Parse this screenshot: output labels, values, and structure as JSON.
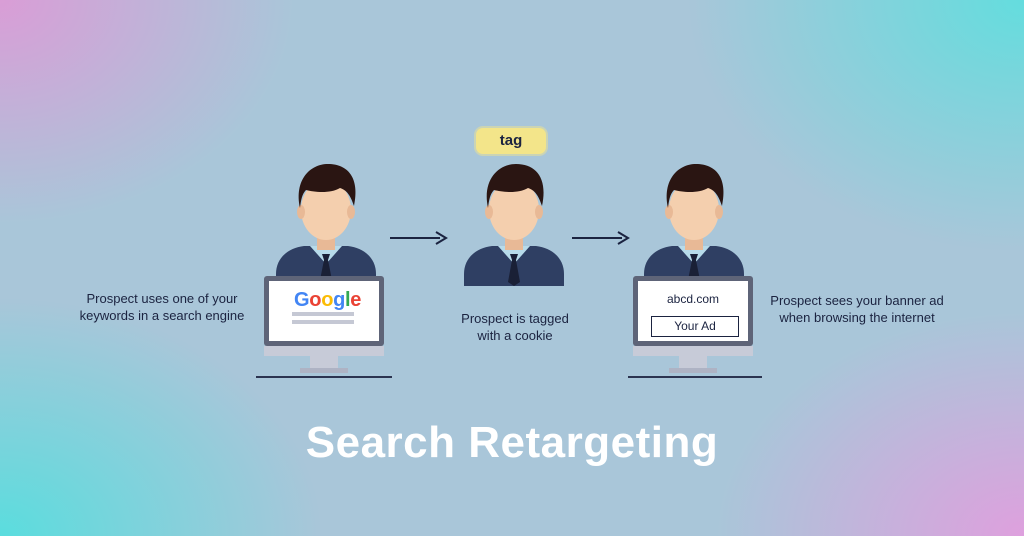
{
  "title": "Search Retargeting",
  "tag_label": "tag",
  "step1": {
    "caption_line1": "Prospect uses one of your",
    "caption_line2": "keywords in a search engine",
    "logo": {
      "letters": [
        "G",
        "o",
        "o",
        "g",
        "l",
        "e"
      ],
      "colors": [
        "#4285F4",
        "#EA4335",
        "#FBBC05",
        "#4285F4",
        "#34A853",
        "#EA4335"
      ]
    }
  },
  "step2": {
    "caption_line1": "Prospect is tagged",
    "caption_line2": "with a cookie"
  },
  "step3": {
    "caption_line1": "Prospect sees your banner ad",
    "caption_line2": "when browsing the internet",
    "site": "abcd.com",
    "ad_label": "Your Ad"
  },
  "colors": {
    "hair": "#2a1512",
    "skin": "#f4cfae",
    "suit": "#2f3f63",
    "shirt": "#b7dbea",
    "tie": "#1a2036",
    "monitor_frame": "#5e6478",
    "monitor_base": "#c7cbd8"
  },
  "icons": [
    "person-icon",
    "monitor-icon",
    "arrow-right-icon"
  ]
}
